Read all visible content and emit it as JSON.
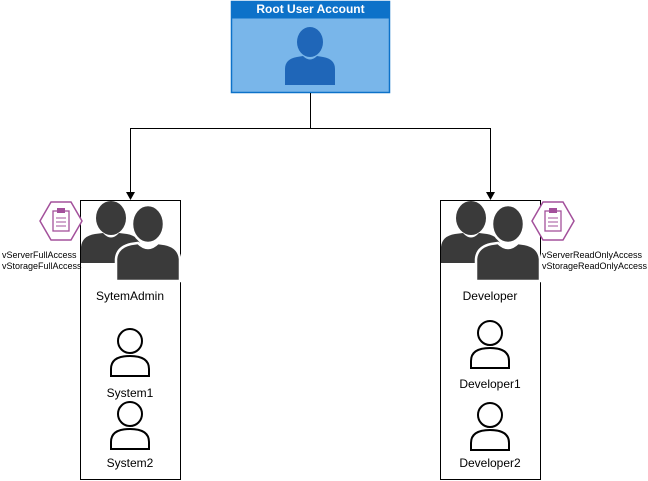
{
  "root": {
    "title": "Root User Account",
    "icon": "user-icon",
    "header_color": "#0d72c9",
    "fill_color": "#79b6ea"
  },
  "groups": [
    {
      "name": "SytemAdmin",
      "icon": "users-group-icon",
      "policy_icon": "policy-document-icon",
      "policies": [
        "vServerFullAccess",
        "vStorageFullAccess"
      ],
      "users": [
        "System1",
        "System2"
      ]
    },
    {
      "name": "Developer",
      "icon": "users-group-icon",
      "policy_icon": "policy-document-icon",
      "policies": [
        "vServerReadOnlyAccess",
        "vStorageReadOnlyAccess"
      ],
      "users": [
        "Developer1",
        "Developer2"
      ]
    }
  ],
  "colors": {
    "policy_accent": "#a3509b",
    "icon_dark": "#3a3a3a",
    "line": "#000000"
  }
}
